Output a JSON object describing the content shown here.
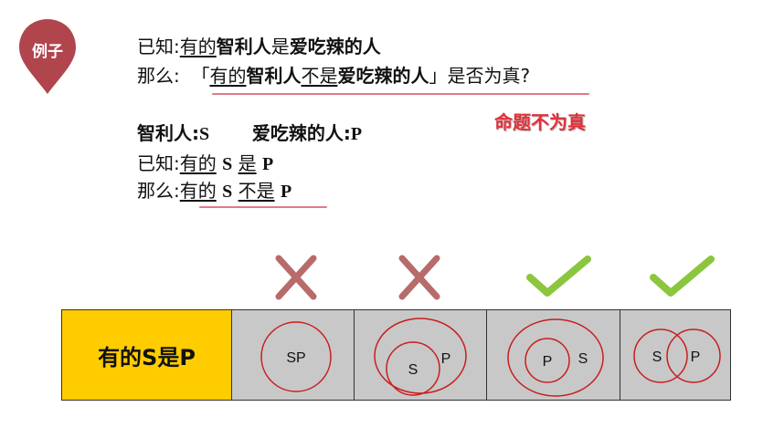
{
  "badge": {
    "label": "例子"
  },
  "intro": {
    "known_label": "已知:",
    "known_q": "有的",
    "known_s": "智利人",
    "known_is": "是",
    "known_p": "爱吃辣的人",
    "then_label": "那么:",
    "open_bracket": "「",
    "then_q": "有的",
    "then_s": "智利人",
    "then_not": "不是",
    "then_p": "爱吃辣的人",
    "close_bracket": "」",
    "then_suffix": "是否为真?"
  },
  "conclusion": "命题不为真",
  "mapping": {
    "s_term": "智利人:",
    "s_symbol": "S",
    "p_term": "爱吃辣的人:",
    "p_symbol": "P"
  },
  "abstract": {
    "known_label": "已知:",
    "known_q": "有的",
    "known_s": "S",
    "known_is": "是",
    "known_p": "P",
    "then_label": "那么:",
    "then_q": "有的",
    "then_s": "S",
    "then_not": "不是",
    "then_p": "P"
  },
  "table": {
    "header": "有的S是P",
    "cases": [
      {
        "labels": [
          "SP"
        ],
        "verdict": "cross"
      },
      {
        "labels": [
          "S",
          "P"
        ],
        "verdict": "cross"
      },
      {
        "labels": [
          "P",
          "S"
        ],
        "verdict": "check"
      },
      {
        "labels": [
          "S",
          "P"
        ],
        "verdict": "check"
      }
    ]
  },
  "colors": {
    "badge": "#b0454e",
    "cross": "#b76b6b",
    "check": "#8cc63f",
    "header_bg": "#ffcc00",
    "cell_bg": "#c8c8c8",
    "circle": "#c81e1e",
    "accent_red": "#e0303a"
  }
}
